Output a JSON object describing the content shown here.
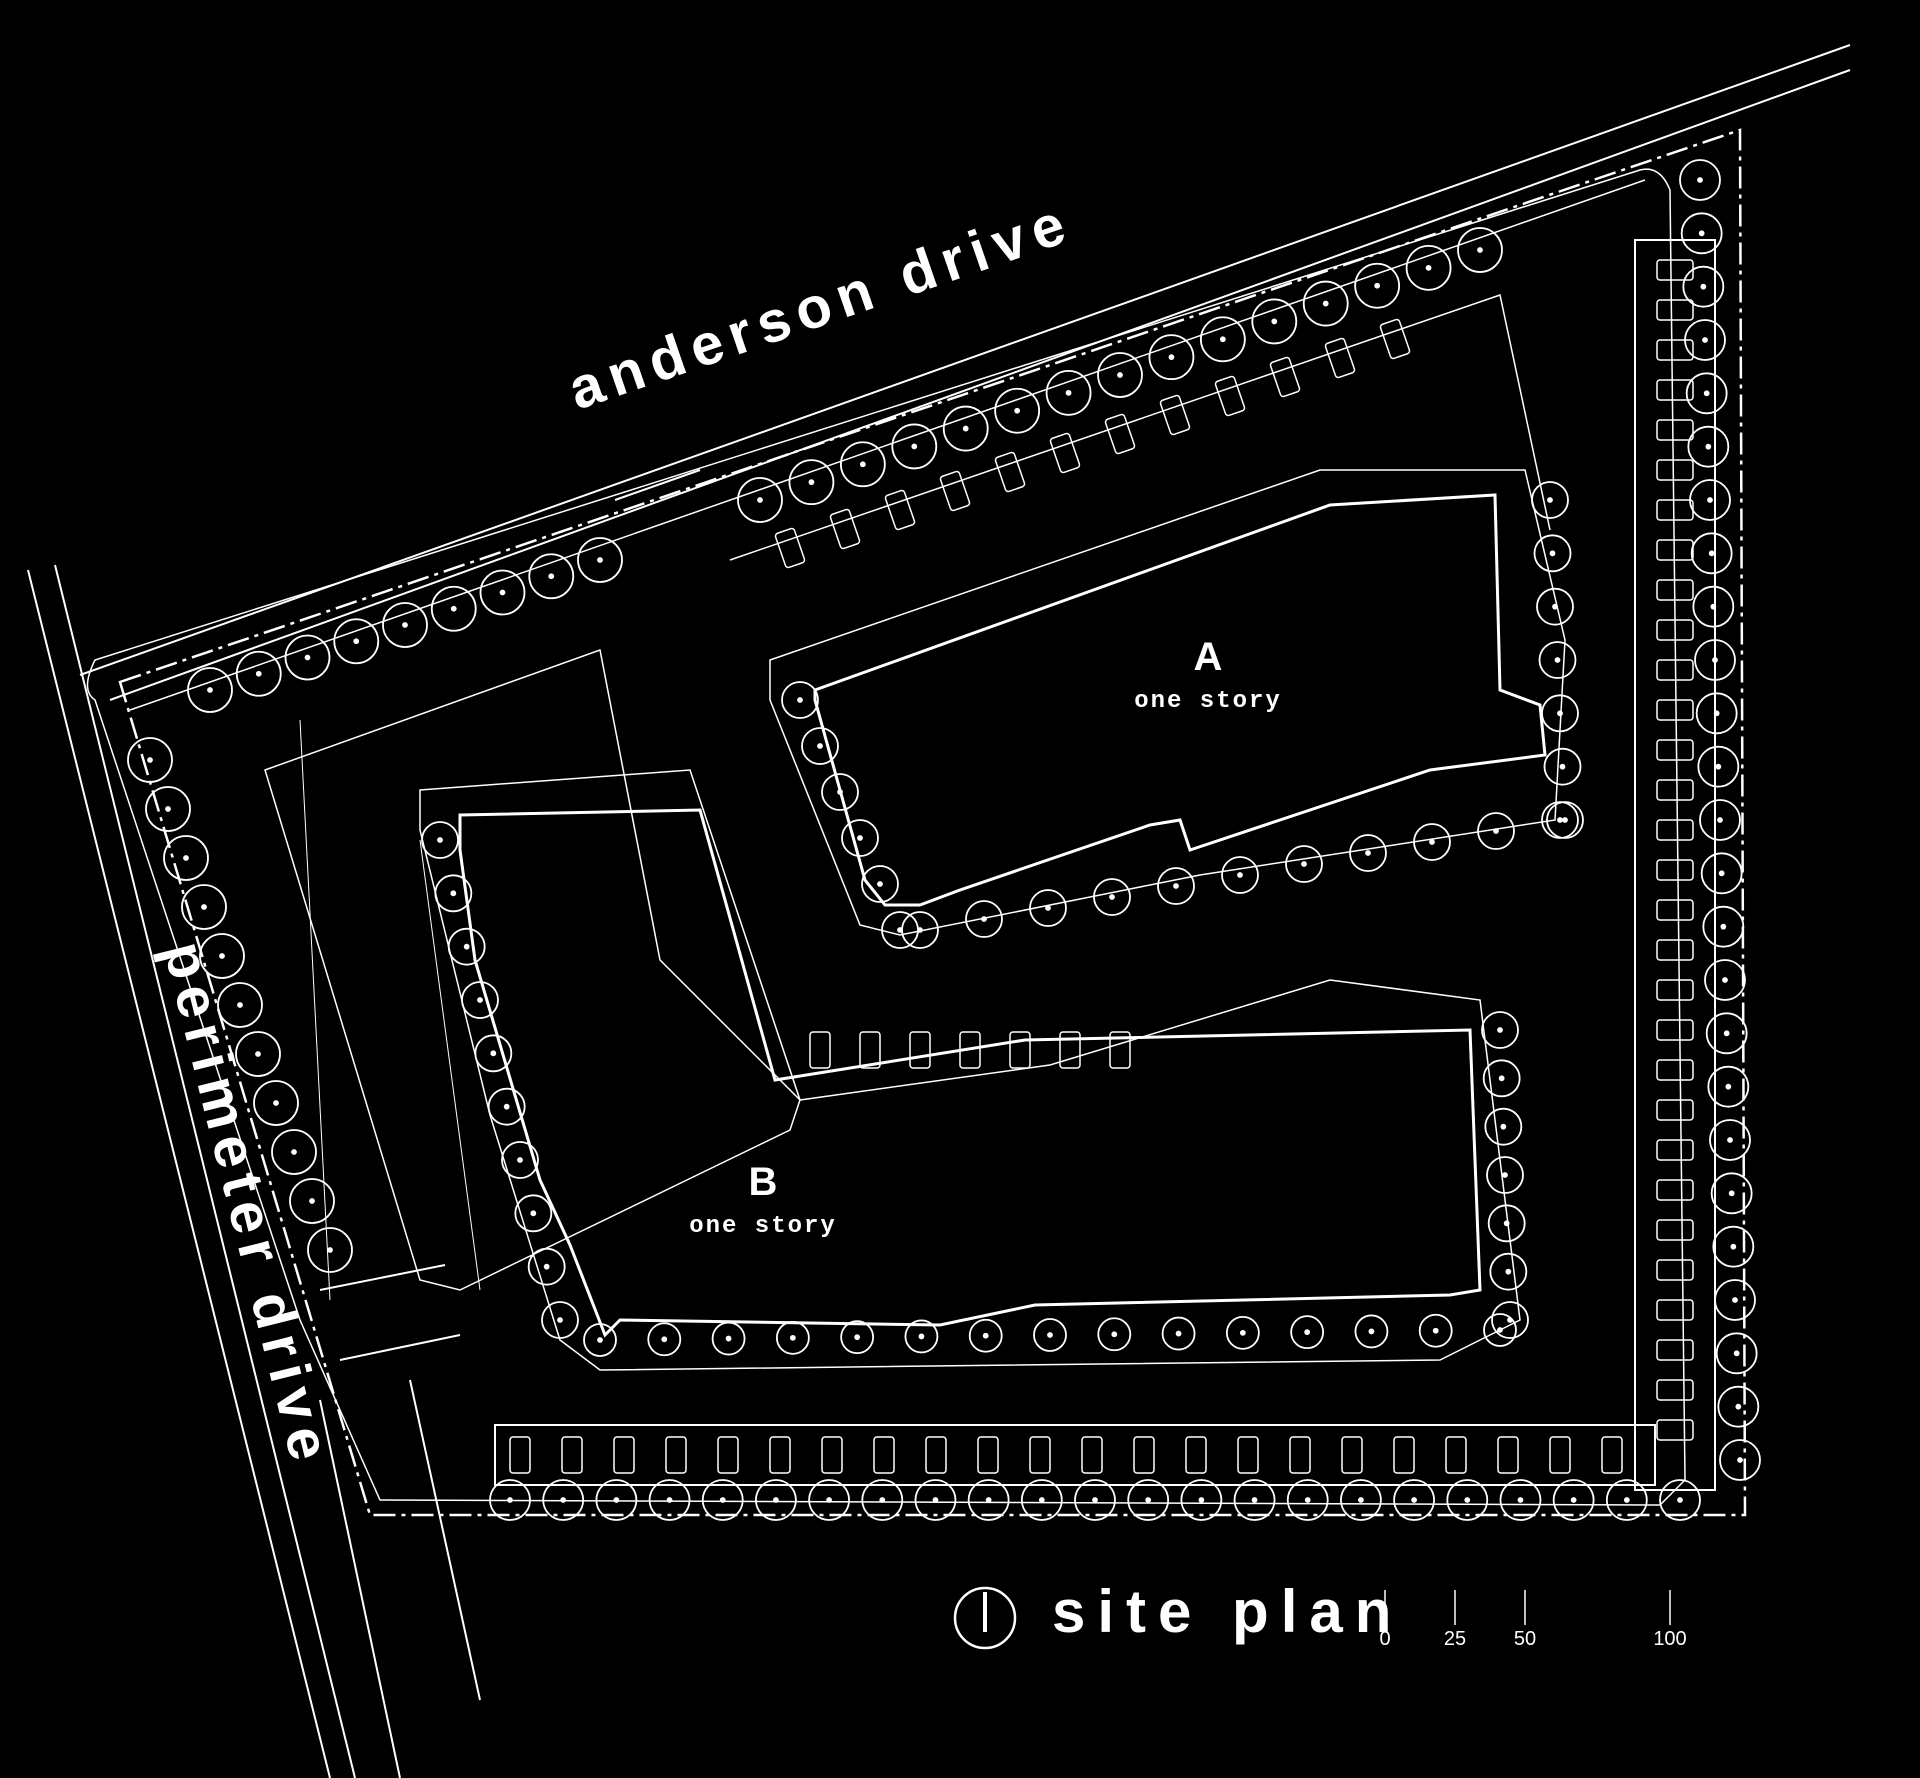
{
  "roads": {
    "anderson": "anderson drive",
    "perimeter": "perimeter drive"
  },
  "buildings": [
    {
      "letter": "A",
      "stories": "one story"
    },
    {
      "letter": "B",
      "stories": "one story"
    }
  ],
  "title": "site plan",
  "scale": {
    "ticks": [
      "0",
      "25",
      "50",
      "100"
    ]
  },
  "colors": {
    "background": "#000000",
    "linework": "#ffffff"
  },
  "icons": [
    "north-arrow-icon",
    "tree-icon",
    "parked-car-icon",
    "accessible-parking-icon"
  ]
}
